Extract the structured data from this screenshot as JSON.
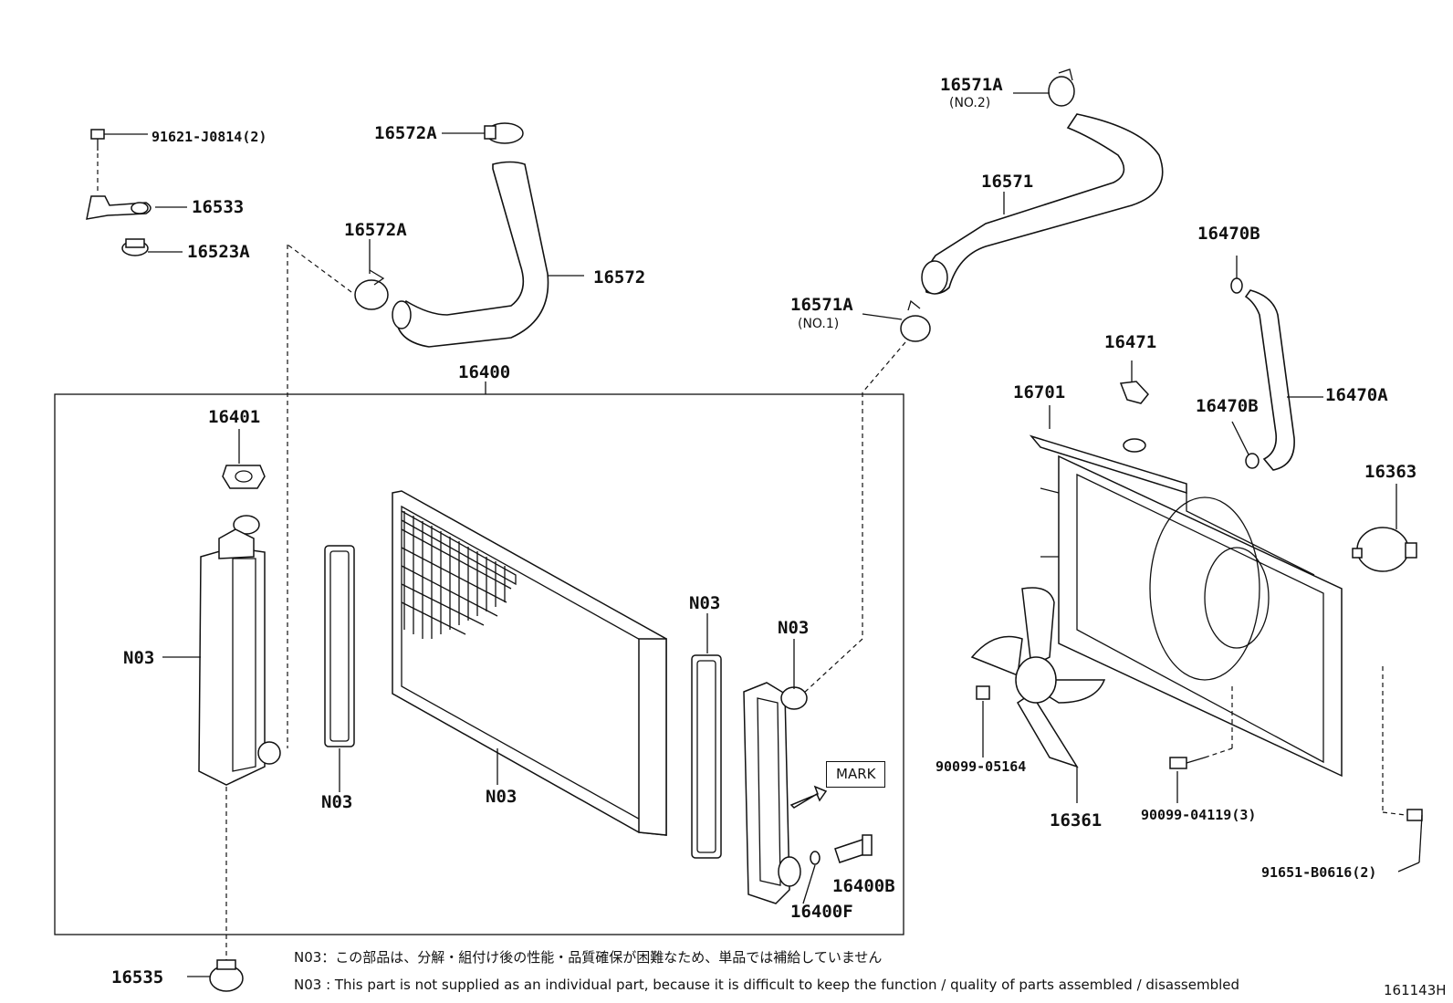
{
  "diagram": {
    "drawing_code": "161143H",
    "mark_label": "MARK",
    "parts": {
      "p_91621": "91621-J0814(2)",
      "p_16533": "16533",
      "p_16523A": "16523A",
      "p_16572A_top": "16572A",
      "p_16572A_mid": "16572A",
      "p_16572": "16572",
      "p_16571A_no2": "16571A",
      "p_16571A_no2_sub": "(NO.2)",
      "p_16571": "16571",
      "p_16571A_no1": "16571A",
      "p_16571A_no1_sub": "(NO.1)",
      "p_16470B_top": "16470B",
      "p_16470B_mid": "16470B",
      "p_16470A": "16470A",
      "p_16471": "16471",
      "p_16701": "16701",
      "p_16363": "16363",
      "p_16400": "16400",
      "p_16401": "16401",
      "p_N03_left": "N03",
      "p_N03_gasket_left": "N03",
      "p_N03_core": "N03",
      "p_N03_gasket_right": "N03",
      "p_N03_right_tank": "N03",
      "p_16400B": "16400B",
      "p_16400F": "16400F",
      "p_16535": "16535",
      "p_90099_05164": "90099-05164",
      "p_16361": "16361",
      "p_90099_04119": "90099-04119(3)",
      "p_91651": "91651-B0616(2)"
    },
    "notes": {
      "jp": "N03：この部品は、分解・組付け後の性能・品質確保が困難なため、単品では補給していません",
      "en": "N03 : This part is not supplied as an individual part, because it is difficult to keep the function / quality of parts assembled / disassembled"
    }
  }
}
